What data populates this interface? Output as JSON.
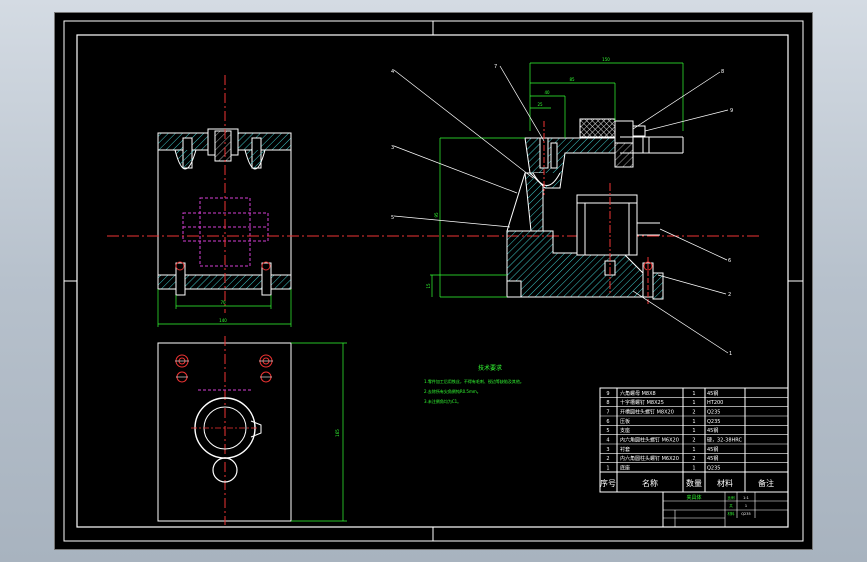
{
  "drawing": {
    "tech_req_title": "技术要求",
    "tech_req_lines": [
      "1.零件加工后用铁丝，不得有毛刺、锐边等缺陷及其他。",
      "2.去除所有尖角倒钝R0.5mm。",
      "3.未注倒角均为C1。"
    ],
    "dims": {
      "top_overall": "150",
      "top_mid": "85",
      "top_small1": "40",
      "top_small2": "25",
      "side_height": "95",
      "base_height": "15",
      "front_width": "140",
      "front_mid": "70",
      "plan_height": "165"
    },
    "balloons": [
      "1",
      "2",
      "3",
      "4",
      "5",
      "6",
      "7",
      "8",
      "9"
    ],
    "bom": {
      "headers": {
        "no": "序号",
        "name": "名称",
        "qty": "数量",
        "material": "材料",
        "note": "备注"
      },
      "rows": [
        {
          "no": "9",
          "name": "六角螺母 M8X8",
          "qty": "1",
          "material": "45钢",
          "note": ""
        },
        {
          "no": "8",
          "name": "十字槽螺钉 M8X25",
          "qty": "1",
          "material": "HT200",
          "note": ""
        },
        {
          "no": "7",
          "name": "开槽圆柱头螺钉 M8X20",
          "qty": "2",
          "material": "Q235",
          "note": ""
        },
        {
          "no": "6",
          "name": "压板",
          "qty": "1",
          "material": "Q235",
          "note": ""
        },
        {
          "no": "5",
          "name": "支座",
          "qty": "1",
          "material": "45钢",
          "note": ""
        },
        {
          "no": "4",
          "name": "内六角圆柱头螺钉 M6X20",
          "qty": "2",
          "material": "硬，32-38HRC",
          "note": ""
        },
        {
          "no": "3",
          "name": "衬套",
          "qty": "1",
          "material": "45钢",
          "note": ""
        },
        {
          "no": "2",
          "name": "内六角圆柱头螺钉 M6X20",
          "qty": "2",
          "material": "45钢",
          "note": ""
        },
        {
          "no": "1",
          "name": "底座",
          "qty": "1",
          "material": "Q235",
          "note": ""
        }
      ]
    },
    "titleblock": {
      "name": "夹具体",
      "scale_label": "比例",
      "scale": "1:1",
      "sheet_label": "共",
      "sheet": "1",
      "material_label": "材料",
      "material": "Q235"
    }
  }
}
